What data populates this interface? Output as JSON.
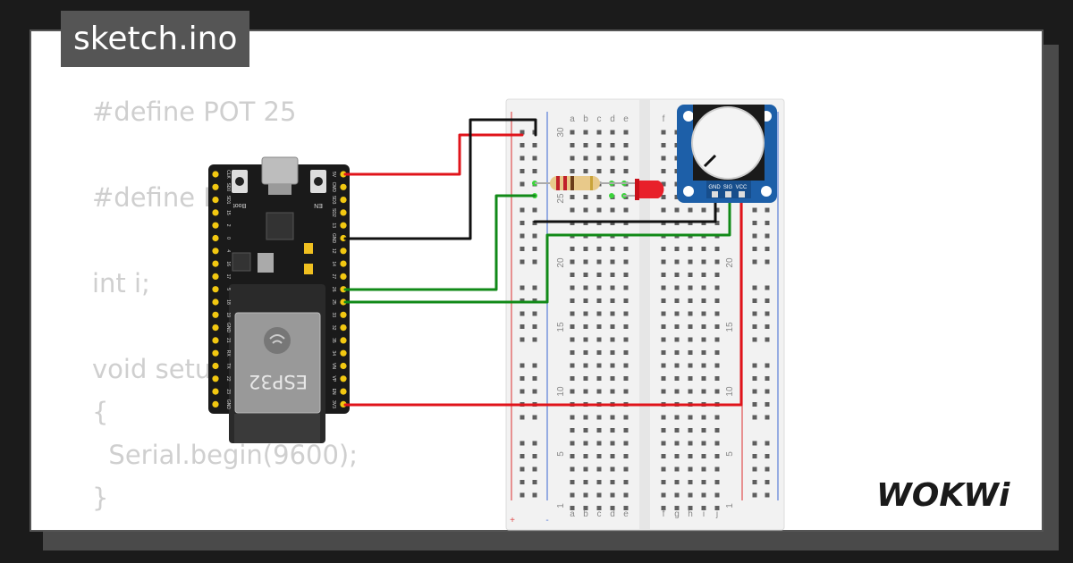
{
  "tab": {
    "title": "sketch.ino"
  },
  "code_lines": [
    "#define POT 25",
    "#define LED 26",
    "int i;",
    "void setup()",
    "{",
    "  Serial.begin(9600);",
    "}"
  ],
  "board": {
    "chip_label": "ESP32",
    "button_labels": [
      "Boot",
      "EN"
    ],
    "left_pins": [
      "CLK",
      "SD0",
      "SD1",
      "15",
      "2",
      "0",
      "4",
      "16",
      "17",
      "5",
      "18",
      "19",
      "GND",
      "21",
      "RX",
      "TX",
      "22",
      "23",
      "GND"
    ],
    "right_pins": [
      "5V",
      "CMD",
      "SD3",
      "SD2",
      "13",
      "GND",
      "12",
      "14",
      "27",
      "26",
      "25",
      "33",
      "32",
      "35",
      "34",
      "VN",
      "VP",
      "EN",
      "3V3"
    ]
  },
  "breadboard": {
    "left_letters": [
      "a",
      "b",
      "c",
      "d",
      "e"
    ],
    "right_letters": [
      "f",
      "g",
      "h",
      "i",
      "j"
    ],
    "row_numbers": [
      "30",
      "25",
      "20",
      "15",
      "10",
      "5",
      "1"
    ],
    "rail_symbols": {
      "plus": "+",
      "minus": "-"
    }
  },
  "potentiometer": {
    "pin_labels": [
      "GND",
      "SIG",
      "VCC"
    ]
  },
  "brand": {
    "name": "WOKWi"
  },
  "colors": {
    "wire_red": "#e0141b",
    "wire_black": "#111111",
    "wire_green": "#118a18",
    "led": "#e8202a",
    "pot_board": "#1d5fa8",
    "esp_board": "#1a1a1a",
    "background": "#1b1b1b"
  }
}
